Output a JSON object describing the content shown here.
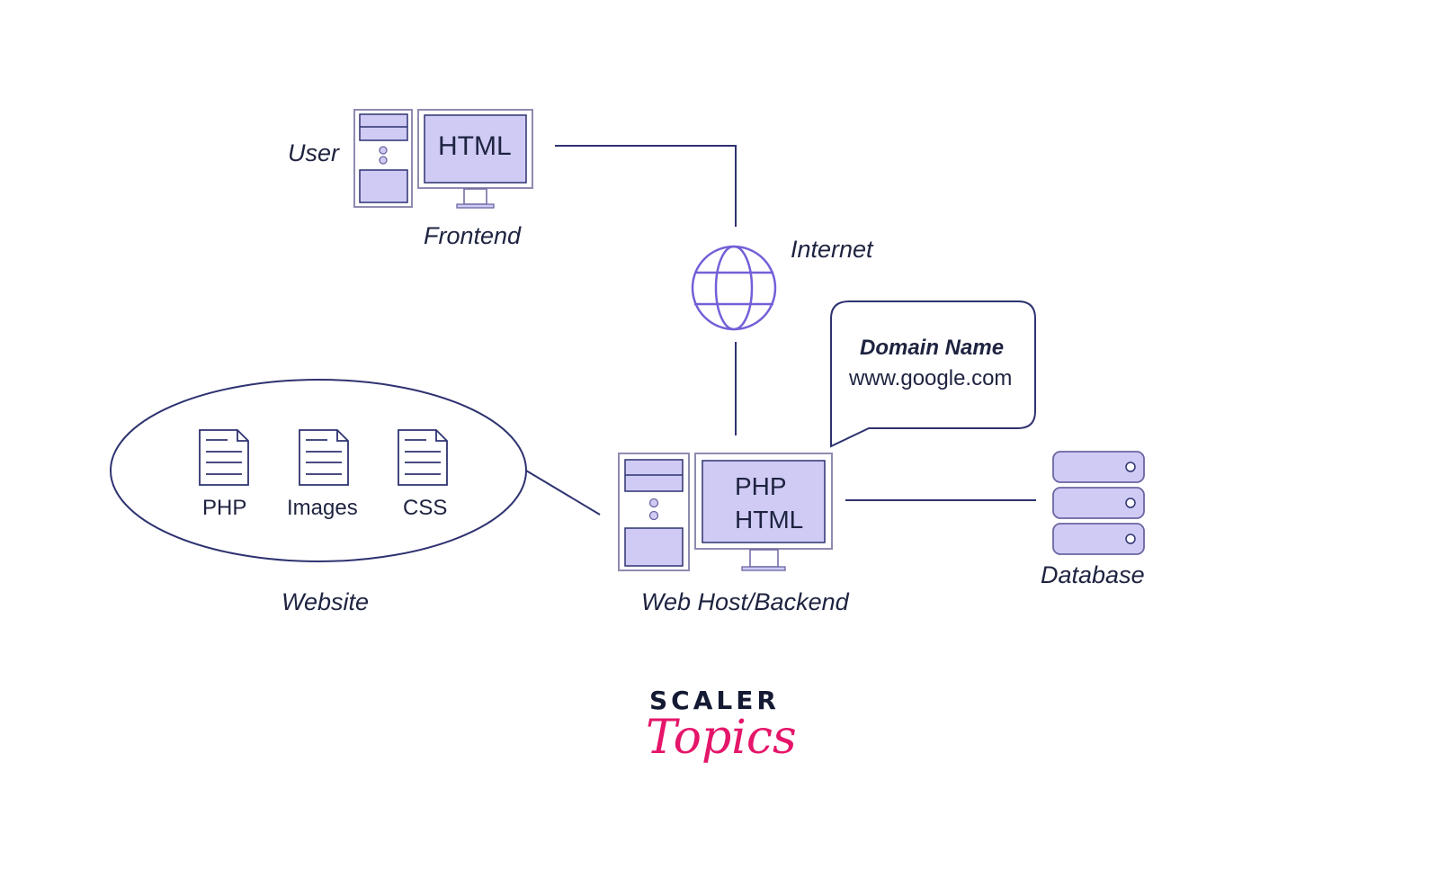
{
  "diagram": {
    "title": "Website hosting architecture",
    "colors": {
      "stroke": "#2e3270",
      "fill": "#cfcbf5",
      "globe": "#7260d8",
      "text": "#1e2340",
      "brand_accent": "#e5156a"
    },
    "nodes": {
      "user": {
        "label": "User",
        "caption": "Frontend",
        "screen_lines": [
          "HTML"
        ]
      },
      "internet": {
        "label": "Internet",
        "icon": "globe-icon"
      },
      "domain_bubble": {
        "title": "Domain Name",
        "value": "www.google.com"
      },
      "webhost": {
        "caption": "Web Host/Backend",
        "screen_lines": [
          "PHP",
          "HTML"
        ]
      },
      "website": {
        "caption": "Website",
        "files": [
          {
            "label": "PHP",
            "icon": "document-icon"
          },
          {
            "label": "Images",
            "icon": "document-icon"
          },
          {
            "label": "CSS",
            "icon": "document-icon"
          }
        ]
      },
      "database": {
        "caption": "Database",
        "icon": "server-stack-icon"
      }
    },
    "edges": [
      {
        "from": "user",
        "to": "internet"
      },
      {
        "from": "internet",
        "to": "webhost"
      },
      {
        "from": "website",
        "to": "webhost"
      },
      {
        "from": "webhost",
        "to": "database"
      }
    ]
  },
  "brand": {
    "line1": "SCALER",
    "line2": "Topics"
  }
}
